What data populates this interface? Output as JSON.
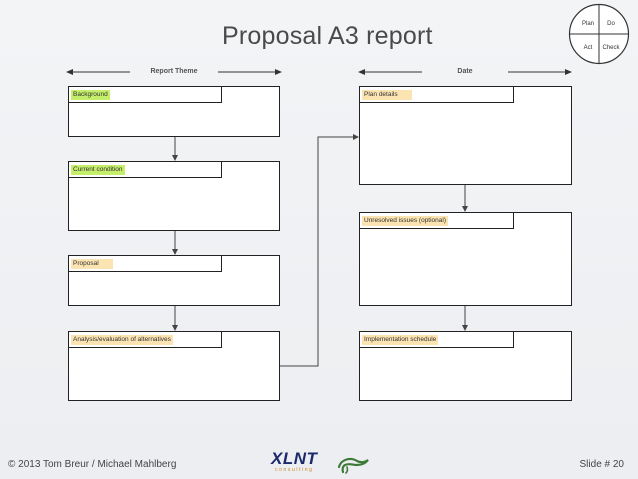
{
  "title": "Proposal A3 report",
  "pdca": {
    "plan": "Plan",
    "do": "Do",
    "act": "Act",
    "check": "Check"
  },
  "headers": {
    "left": "Report Theme",
    "right": "Date"
  },
  "boxes": {
    "left": [
      {
        "label": "Background",
        "highlight": "#c5ee6a"
      },
      {
        "label": "Current condition",
        "highlight": "#c5ee6a"
      },
      {
        "label": "Proposal",
        "highlight": "#fbe3b2"
      },
      {
        "label": "Analysis/evaluation of alternatives",
        "highlight": "#fbe3b2"
      }
    ],
    "right": [
      {
        "label": "Plan details",
        "highlight": "#fbe3b2"
      },
      {
        "label": "Unresolved issues (optional)",
        "highlight": "#fbe3b2"
      },
      {
        "label": "Implementation schedule",
        "highlight": "#fbe3b2"
      }
    ]
  },
  "footer": {
    "copyright": "© 2013 Tom Breur / Michael Mahlberg",
    "slide": "Slide # 20",
    "logo_text": "XLNT",
    "logo_sub": "consulting"
  },
  "colors": {
    "box_border": "#222222",
    "title": "#4a4a4a",
    "logo_blue": "#1b2a6b",
    "logo_orange": "#d08a1a",
    "bird_green": "#3d7a3a"
  }
}
